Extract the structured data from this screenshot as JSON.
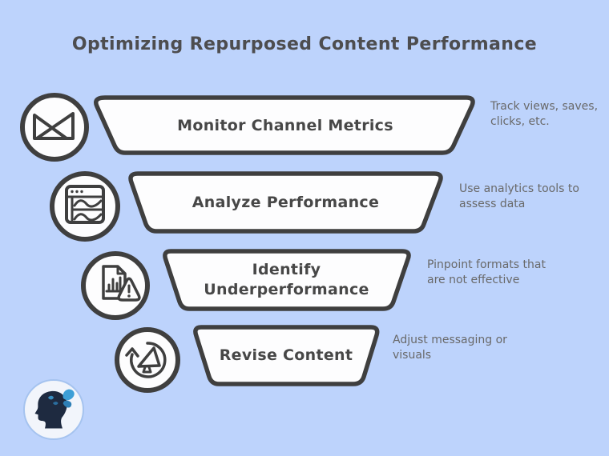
{
  "title": "Optimizing Repurposed Content Performance",
  "steps": [
    {
      "label": "Monitor Channel Metrics",
      "annotation": "Track views, saves,\nclicks, etc.",
      "icon": "envelope-metrics-icon"
    },
    {
      "label": "Analyze Performance",
      "annotation": "Use analytics tools to\nassess data",
      "icon": "analytics-window-icon"
    },
    {
      "label": "Identify\nUnderperformance",
      "annotation": "Pinpoint formats that\nare not effective",
      "icon": "report-warning-icon"
    },
    {
      "label": "Revise Content",
      "annotation": "Adjust messaging or\nvisuals",
      "icon": "refresh-megaphone-icon"
    }
  ],
  "colors": {
    "background": "#bdd3fc",
    "outline": "#3f3f3f",
    "funnel_fill": "#fdfdfe",
    "label_text": "#474747",
    "annotation_text": "#696969",
    "logo_silhouette": "#1e2a40",
    "logo_butterfly": "#3d9fd6"
  }
}
